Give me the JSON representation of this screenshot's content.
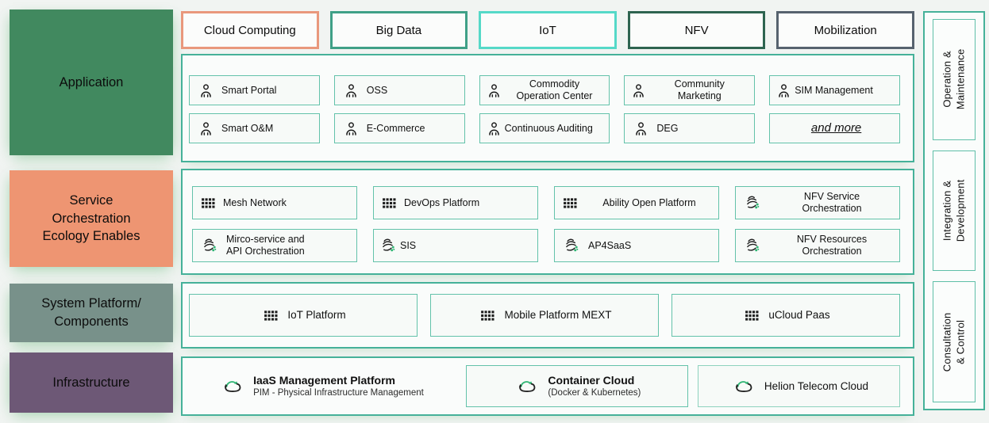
{
  "tabs": [
    {
      "label": "Cloud Computing",
      "border_color": "#e9987c"
    },
    {
      "label": "Big Data",
      "border_color": "#3fa087"
    },
    {
      "label": "IoT",
      "border_color": "#55d9c8"
    },
    {
      "label": "NFV",
      "border_color": "#2e6450"
    },
    {
      "label": "Mobilization",
      "border_color": "#56626e"
    }
  ],
  "left_labels": [
    {
      "label": "Application",
      "color": "#41895f"
    },
    {
      "label": "Service\nOrchestration\nEcology Enables",
      "color": "#ee9572"
    },
    {
      "label": "System Platform/\nComponents",
      "color": "#78918a"
    },
    {
      "label": "Infrastructure",
      "color": "#6d5876"
    }
  ],
  "application": {
    "items": [
      {
        "label": "Smart Portal",
        "icon": "user-icon"
      },
      {
        "label": "OSS",
        "icon": "user-icon"
      },
      {
        "label": "Commodity\nOperation Center",
        "icon": "user-icon"
      },
      {
        "label": "Community\nMarketing",
        "icon": "user-icon"
      },
      {
        "label": "SIM Management",
        "icon": "user-icon"
      },
      {
        "label": "Smart O&M",
        "icon": "user-icon"
      },
      {
        "label": "E-Commerce",
        "icon": "user-icon"
      },
      {
        "label": "Continuous Auditing",
        "icon": "user-icon"
      },
      {
        "label": "DEG",
        "icon": "user-icon"
      },
      {
        "label": "and more",
        "icon": "none"
      }
    ]
  },
  "service": {
    "items": [
      {
        "label": "Mesh Network",
        "icon": "apps-grid-icon"
      },
      {
        "label": "DevOps Platform",
        "icon": "apps-grid-icon"
      },
      {
        "label": "Ability Open Platform",
        "icon": "apps-grid-icon"
      },
      {
        "label": "NFV Service\nOrchestration",
        "icon": "orchestration-icon"
      },
      {
        "label": "Mirco-service and\nAPI Orchestration",
        "icon": "orchestration-icon"
      },
      {
        "label": "SIS",
        "icon": "orchestration-icon"
      },
      {
        "label": "AP4SaaS",
        "icon": "orchestration-icon"
      },
      {
        "label": "NFV Resources\nOrchestration",
        "icon": "orchestration-icon"
      }
    ]
  },
  "system": {
    "items": [
      {
        "label": "IoT Platform",
        "icon": "apps-grid-icon"
      },
      {
        "label": "Mobile Platform MEXT",
        "icon": "apps-grid-icon"
      },
      {
        "label": "uCloud Paas",
        "icon": "apps-grid-icon"
      }
    ]
  },
  "infrastructure": {
    "items": [
      {
        "title": "IaaS Management Platform",
        "subtitle": "PIM - Physical Infrastructure Management",
        "icon": "cloud-sync-icon"
      },
      {
        "title": "Container Cloud",
        "subtitle": "(Docker & Kubernetes)",
        "icon": "cloud-sync-icon"
      },
      {
        "title": "Helion Telecom Cloud",
        "icon": "cloud-sync-icon"
      }
    ]
  },
  "sidebar": {
    "items": [
      {
        "label": "Operation &\nMaintenance"
      },
      {
        "label": "Integration &\nDevelopment"
      },
      {
        "label": "Consultation & Control"
      }
    ]
  },
  "colors": {
    "panel_border": "#45b199",
    "item_border": "#63c2aa",
    "node_dot_green": "#2fb574",
    "glow_green": "#90cb9e",
    "background": "#f1f4f2"
  }
}
